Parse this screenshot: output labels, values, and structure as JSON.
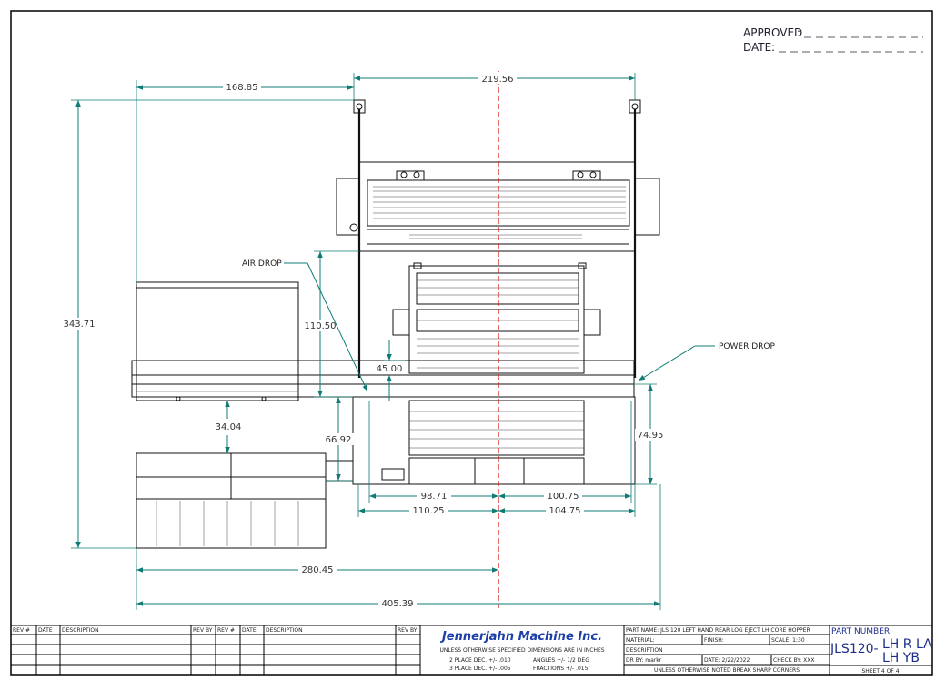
{
  "approval": {
    "approved_label": "APPROVED",
    "date_label": "DATE"
  },
  "dimensions": {
    "d168": "168.85",
    "d219": "219.56",
    "d343": "343.71",
    "d110_50": "110.50",
    "d45": "45.00",
    "d34": "34.04",
    "d66": "66.92",
    "d74": "74.95",
    "d98": "98.71",
    "d100": "100.75",
    "d110_25": "110.25",
    "d104": "104.75",
    "d280": "280.45",
    "d405": "405.39"
  },
  "callouts": {
    "air_drop": "AIR DROP",
    "power_drop": "POWER DROP"
  },
  "title_block": {
    "rev_headers": [
      "REV #",
      "DATE",
      "DESCRIPTION",
      "REV BY"
    ],
    "company": "Jennerjahn Machine Inc.",
    "tol_line1": "UNLESS OTHERWISE SPECIFIED DIMENSIONS ARE IN INCHES",
    "tol_line2": "2 PLACE DEC. +/- .010",
    "tol_line3": "3 PLACE DEC. +/- .005",
    "tol_angles": "ANGLES +/- 1/2 DEG",
    "tol_fraction": "FRACTIONS +/- .015",
    "part_name": "PART NAME: JLS 120 LEFT HAND REAR LOG EJECT LH CORE HOPPER",
    "material": "MATERIAL:",
    "finish": "FINISH:",
    "scale": "SCALE: 1:30",
    "description": "DESCRIPTION",
    "drawn_by": "DR BY: markr",
    "date": "DATE: 2/22/2022",
    "check_by": "CHECK BY: XXX",
    "note": "UNLESS OTHERWISE NOTED BREAK SHARP CORNERS",
    "part_number_label": "PART NUMBER:",
    "part_number_main": "JLS120-",
    "part_number_suffix1": "LH R LA",
    "part_number_suffix2": "LH YB",
    "sheet": "SHEET 4 OF 4"
  }
}
